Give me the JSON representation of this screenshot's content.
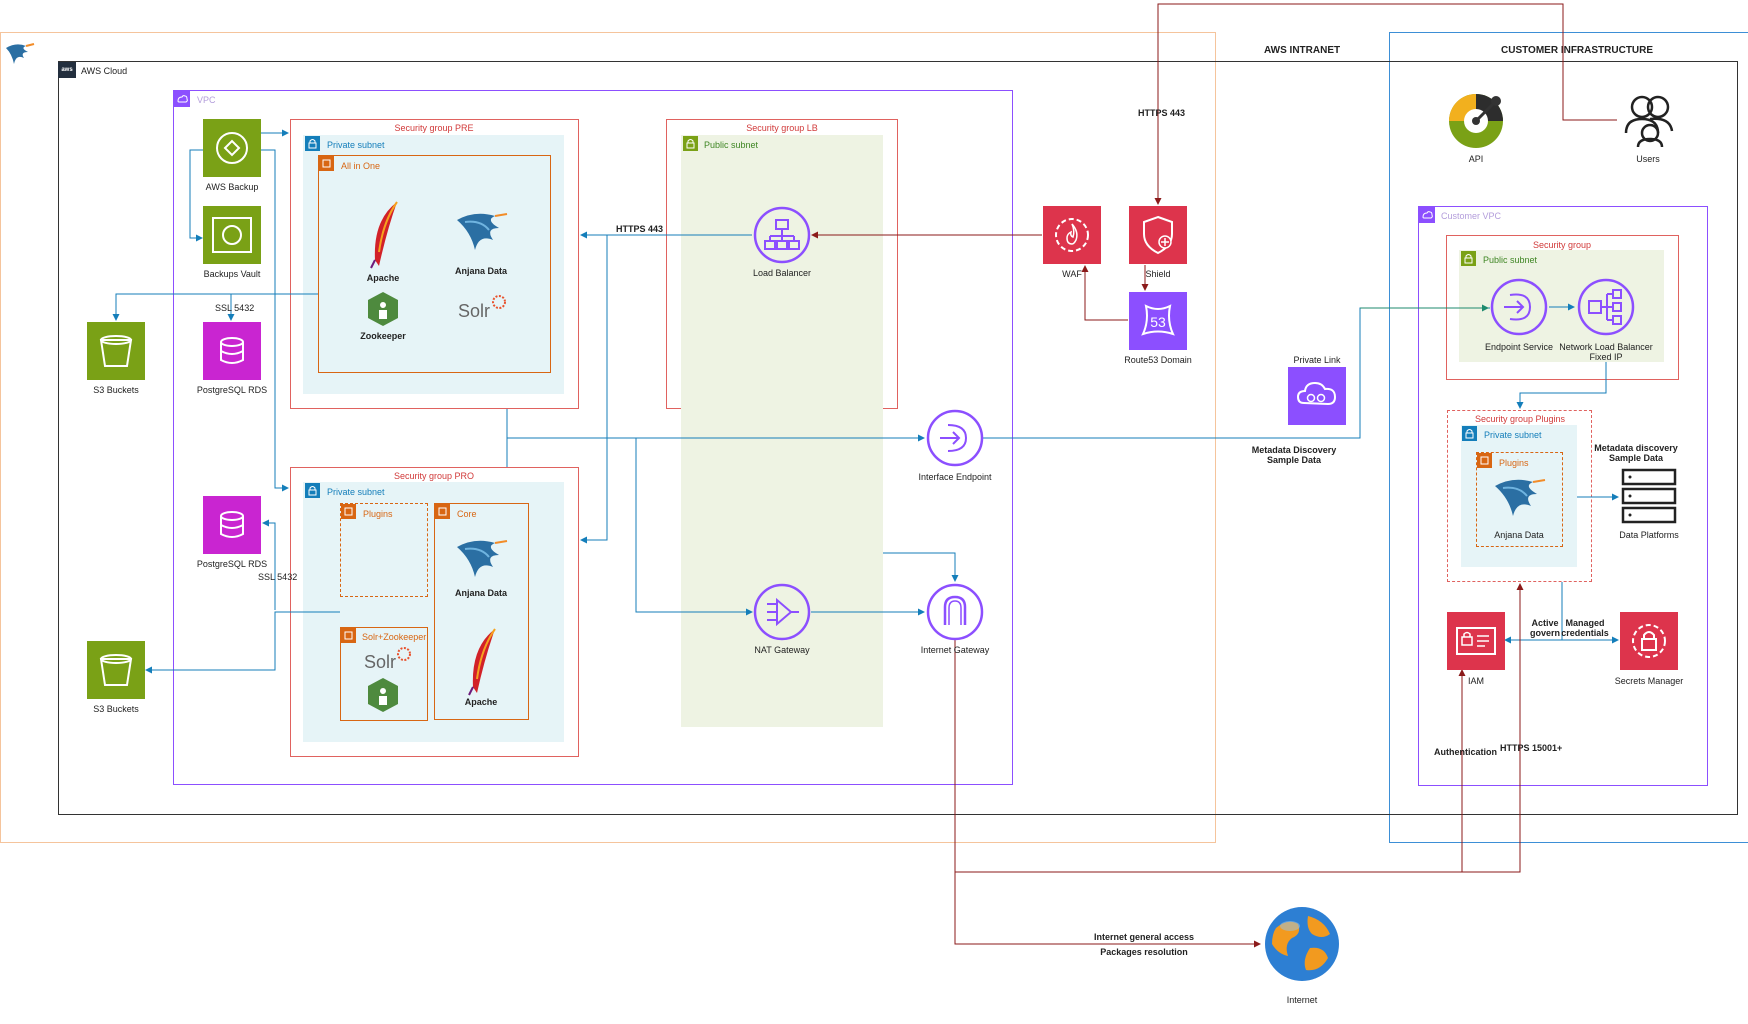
{
  "regions": {
    "aws_intranet": "AWS INTRANET",
    "customer_infrastructure": "CUSTOMER INFRASTRUCTURE",
    "aws_cloud": "AWS Cloud",
    "vpc": "VPC",
    "customer_vpc": "Customer VPC"
  },
  "groups": {
    "sg_pre": "Security group PRE",
    "sg_pro": "Security group PRO",
    "sg_lb": "Security group LB",
    "sg_customer": "Security group",
    "sg_plugins": "Security group Plugins",
    "private_subnet": "Private subnet",
    "public_subnet": "Public subnet",
    "all_in_one": "All in One",
    "plugins": "Plugins",
    "core": "Core",
    "solr_zookeeper": "Solr+Zookeeper"
  },
  "nodes": {
    "aws_backup": "AWS Backup",
    "backups_vault": "Backups Vault",
    "s3_top": "S3 Buckets",
    "postgres_top": "PostgreSQL RDS",
    "postgres_bottom": "PostgreSQL RDS",
    "s3_bottom": "S3 Buckets",
    "apache_pre": "Apache",
    "anjana_pre": "Anjana Data",
    "zookeeper_pre": "Zookeeper",
    "solr_logo": "Solr",
    "anjana_pro": "Anjana Data",
    "apache_pro": "Apache",
    "load_balancer": "Load Balancer",
    "nat_gateway": "NAT Gateway",
    "interface_endpoint": "Interface Endpoint",
    "internet_gateway": "Internet Gateway",
    "waf": "WAF",
    "shield": "Shield",
    "route53": "Route53 Domain",
    "private_link": "Private Link",
    "api": "API",
    "users": "Users",
    "endpoint_service": "Endpoint Service",
    "nlb": "Network Load Balancer\nFixed IP",
    "anjana_plugins": "Anjana Data",
    "data_platforms": "Data Platforms",
    "iam": "IAM",
    "secrets_manager": "Secrets Manager",
    "internet": "Internet"
  },
  "edge_labels": {
    "https_443_top": "HTTPS 443",
    "https_443_lb": "HTTPS 443",
    "ssl_top": "SSL 5432",
    "ssl_bottom": "SSL 5432",
    "metadata_left": "Metadata Discovery\nSample Data",
    "metadata_right": "Metadata discovery\nSample Data",
    "active_govern": "Active\ngovern",
    "managed_credentials": "Managed\ncredentials",
    "authentication": "Authentication",
    "https_15001": "HTTPS 15001+",
    "internet_access": "Internet general access",
    "packages": "Packages resolution"
  },
  "colors": {
    "storage_green": "#7aa116",
    "database_magenta": "#c925d1",
    "network_purple": "#8c4fff",
    "security_red": "#dd344c",
    "line_blue": "#147eba",
    "line_red": "#8b1a1a",
    "line_green": "#1d8a6e",
    "sg_red": "#e0625f",
    "subnet_teal": "#e6f4f7",
    "public_green": "#eef3e3",
    "orange": "#d86613"
  }
}
